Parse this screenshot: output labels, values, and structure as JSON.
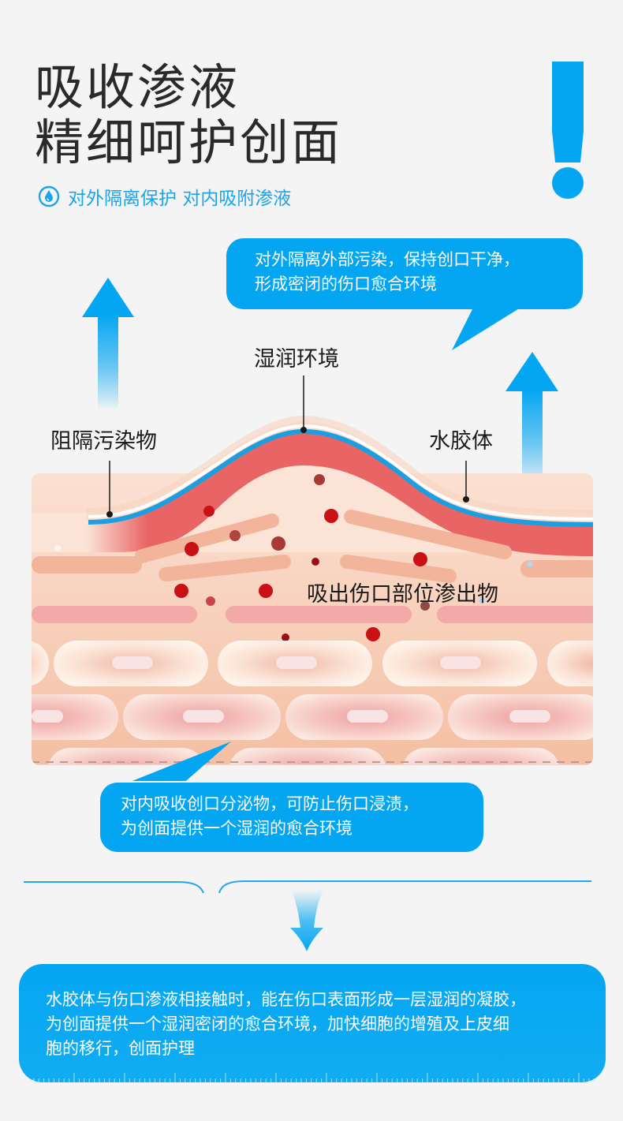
{
  "header": {
    "title_line1": "吸收渗液",
    "title_line2": "精细呵护创面",
    "subtitle": "对外隔离保护 对内吸附渗液",
    "subtitle_icon": "water-drop-icon",
    "alert_icon": "exclamation-icon"
  },
  "colors": {
    "accent_blue": "#04a6f2",
    "title_text": "#2a2a2a",
    "background": "#f4f4f4",
    "wound_red": "#e96464",
    "skin": "#f6c6ac",
    "blood_dot": "#c81015"
  },
  "diagram": {
    "bubble_top_line1": "对外隔离外部污染，保持创口干净，",
    "bubble_top_line2": "形成密闭的伤口愈合环境",
    "label_moist": "湿润环境",
    "label_barrier": "阻隔污染物",
    "label_hydrocolloid": "水胶体",
    "label_absorb": "吸出伤口部位渗出物",
    "bubble_bottom_line1": "对内吸收创口分泌物，可防止伤口浸渍，",
    "bubble_bottom_line2": "为创面提供一个湿润的愈合环境"
  },
  "info": {
    "line1": "水胶体与伤口渗液相接触时，能在伤口表面形成一层湿润的凝胶，",
    "line2": "为创面提供一个湿润密闭的愈合环境，加快细胞的增殖及上皮细",
    "line3": "胞的移行，创面护理"
  }
}
